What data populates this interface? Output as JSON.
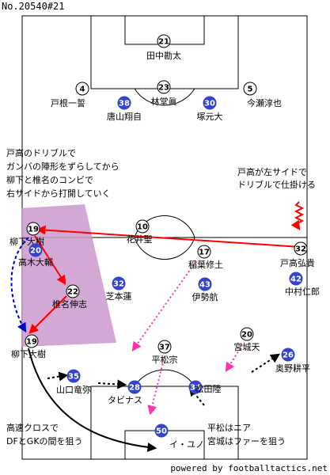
{
  "title": "No.20540#21",
  "credit": "powered by footballtactics.net",
  "colors": {
    "home_fill": "#ffffff",
    "away_fill": "#3344cc",
    "pass_arrow": "#ff0000",
    "run_dashed": "#0000cc",
    "dotted_pink": "#ff33aa",
    "highlight_zone": "#cc99cc",
    "line": "#000000"
  },
  "home_players": [
    {
      "number": "21",
      "name": "田中勘太"
    },
    {
      "number": "4",
      "name": "戸根一誓"
    },
    {
      "number": "23",
      "name": "林堂眞"
    },
    {
      "number": "5",
      "name": "今瀬淳也"
    },
    {
      "number": "10",
      "name": "花井聖"
    },
    {
      "number": "17",
      "name": "稲葉修土"
    },
    {
      "number": "32",
      "name": "戸高弘貴"
    },
    {
      "number": "20",
      "name": "宮城天"
    },
    {
      "number": "37",
      "name": "平松宗"
    },
    {
      "number": "19",
      "name": "柳下大樹"
    },
    {
      "number": "22",
      "name": "椎名伸志"
    },
    {
      "number": "19",
      "name": "柳下大樹"
    }
  ],
  "away_players": [
    {
      "number": "38",
      "name": "唐山翔自"
    },
    {
      "number": "30",
      "name": "塚元大"
    },
    {
      "number": "20",
      "name": "高木大輔"
    },
    {
      "number": "32",
      "name": "芝本蓮"
    },
    {
      "number": "43",
      "name": "伊勢航"
    },
    {
      "number": "42",
      "name": "中村仁郎"
    },
    {
      "number": "35",
      "name": "山口竜弥"
    },
    {
      "number": "28",
      "name": "タビナス"
    },
    {
      "number": "36",
      "name": "松田陸"
    },
    {
      "number": "26",
      "name": "奥野耕平"
    },
    {
      "number": "50",
      "name": "イ・ユノ"
    }
  ],
  "notes": {
    "left_top": [
      "戸高のドリブルで",
      "ガンバの陣形をずらしてから",
      "柳下と椎名のコンビで",
      "右サイドから打開していく"
    ],
    "right_top": [
      "戸高が左サイドで",
      "ドリブルで仕掛ける"
    ],
    "bottom_left": [
      "高速クロスで",
      "DFとGKの間を狙う"
    ],
    "bottom_right": [
      "平松はニア",
      "宮城はファーを狙う"
    ]
  }
}
